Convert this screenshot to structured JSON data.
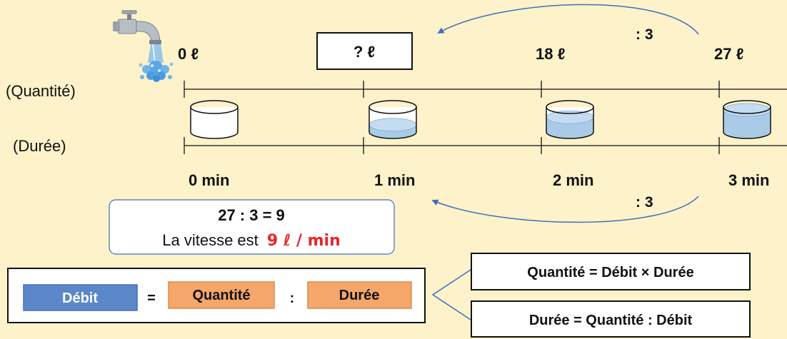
{
  "colors": {
    "background": "#fdf2c9",
    "arrow_blue": "#3f6fbf",
    "water": "#a9cbe8",
    "debit_box": "#5b87c8",
    "orange_box": "#f4a66b",
    "answer_red": "#e8262b",
    "line": "#111111"
  },
  "icons": [
    "faucet-icon",
    "water-splash-icon",
    "container-icon"
  ],
  "labels": {
    "quantity_row": "(Quantité)",
    "duration_row": "(Durée)"
  },
  "quantities": [
    "0 ℓ",
    "? ℓ",
    "18 ℓ",
    "27 ℓ"
  ],
  "durations": [
    "0 min",
    "1 min",
    "2 min",
    "3 min"
  ],
  "container_fill_levels": [
    0,
    0.33,
    0.67,
    1
  ],
  "top_arrow_label": ": 3",
  "bottom_arrow_label": ": 3",
  "calc": {
    "equation": "27 : 3 = 9",
    "sentence": "La vitesse est",
    "answer": "9 ℓ / min"
  },
  "formula": {
    "debit": "Débit",
    "equals": "=",
    "quantite": "Quantité",
    "divide": ":",
    "duree": "Durée"
  },
  "derived": {
    "quantity_formula": "Quantité = Débit × Durée",
    "duration_formula": "Durée = Quantité : Débit"
  }
}
